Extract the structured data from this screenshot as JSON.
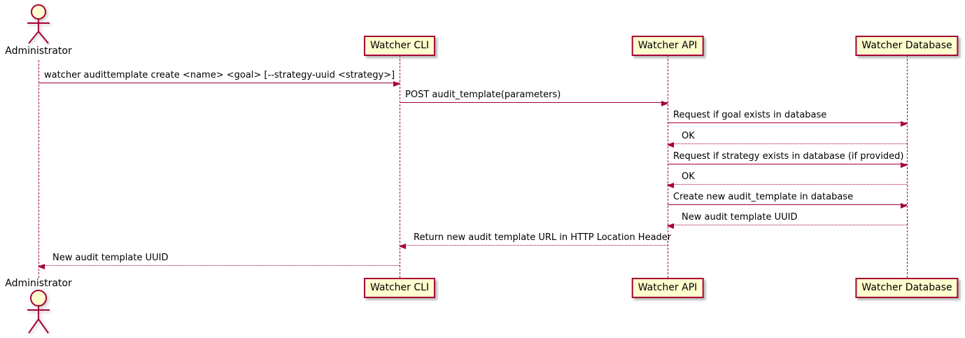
{
  "diagram": {
    "type": "sequence",
    "colors": {
      "participant_fill": "#FEFECE",
      "line_and_border": "#A80036",
      "text": "#000000"
    },
    "participants": [
      {
        "name": "Administrator",
        "kind": "actor"
      },
      {
        "name": "Watcher CLI",
        "kind": "participant"
      },
      {
        "name": "Watcher API",
        "kind": "participant"
      },
      {
        "name": "Watcher Database",
        "kind": "participant"
      }
    ],
    "messages": [
      {
        "from": "Administrator",
        "to": "Watcher CLI",
        "line": "solid",
        "direction": "right",
        "label": "watcher audittemplate create <name> <goal> [--strategy-uuid <strategy>]"
      },
      {
        "from": "Watcher CLI",
        "to": "Watcher API",
        "line": "solid",
        "direction": "right",
        "label": "POST audit_template(parameters)"
      },
      {
        "from": "Watcher API",
        "to": "Watcher Database",
        "line": "solid",
        "direction": "right",
        "label": "Request if goal exists in database"
      },
      {
        "from": "Watcher Database",
        "to": "Watcher API",
        "line": "dotted",
        "direction": "left",
        "label": "OK"
      },
      {
        "from": "Watcher API",
        "to": "Watcher Database",
        "line": "solid",
        "direction": "right",
        "label": "Request if strategy exists in database (if provided)"
      },
      {
        "from": "Watcher Database",
        "to": "Watcher API",
        "line": "dotted",
        "direction": "left",
        "label": "OK"
      },
      {
        "from": "Watcher API",
        "to": "Watcher Database",
        "line": "solid",
        "direction": "right",
        "label": "Create new audit_template in database"
      },
      {
        "from": "Watcher Database",
        "to": "Watcher API",
        "line": "dotted",
        "direction": "left",
        "label": "New audit template UUID"
      },
      {
        "from": "Watcher API",
        "to": "Watcher CLI",
        "line": "dotted",
        "direction": "left",
        "label": "Return new audit template URL in HTTP Location Header"
      },
      {
        "from": "Watcher CLI",
        "to": "Administrator",
        "line": "dotted",
        "direction": "left",
        "label": "New audit template UUID"
      }
    ]
  }
}
